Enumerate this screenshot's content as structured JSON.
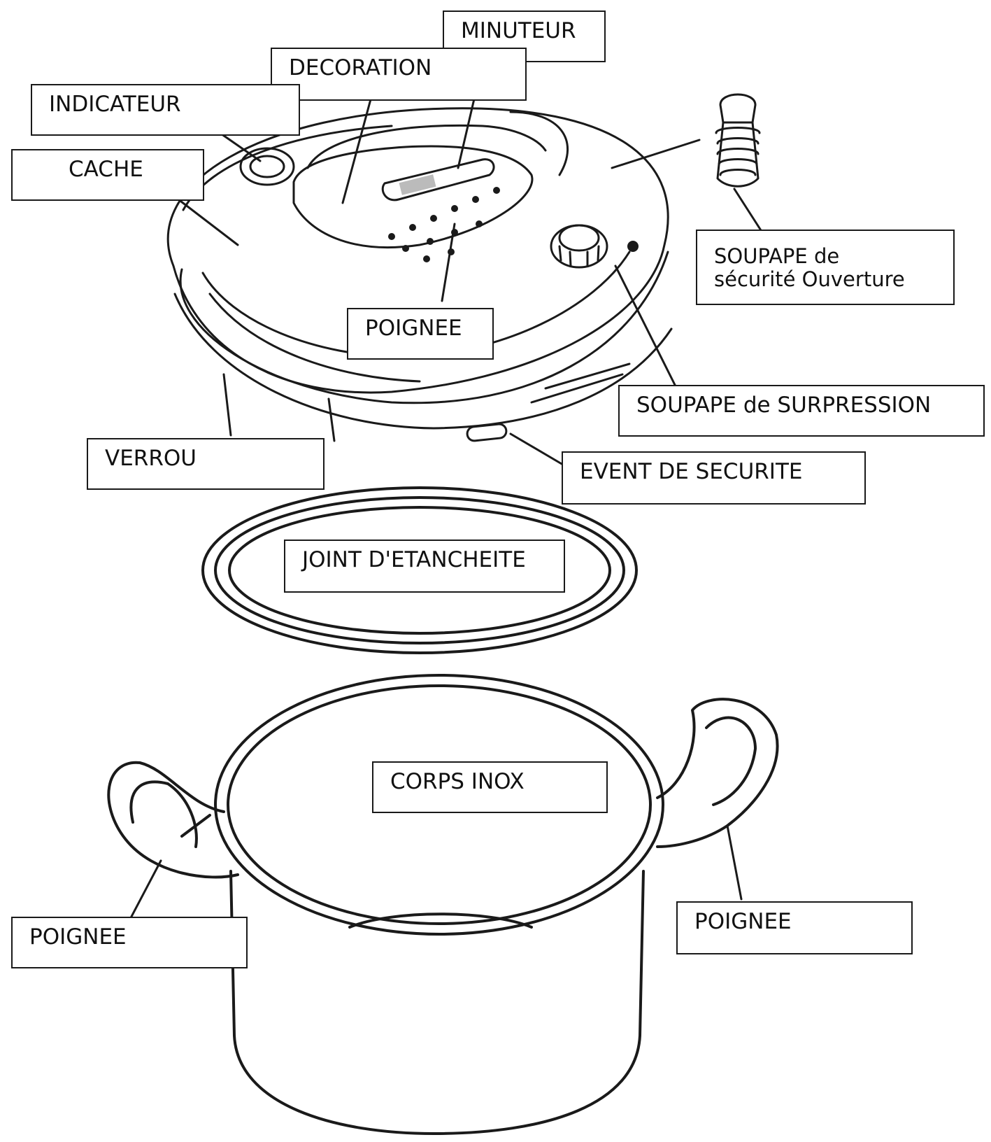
{
  "labels": {
    "minuteur": "MINUTEUR",
    "decoration": "DECORATION",
    "indicateur": "INDICATEUR",
    "cache": "CACHE",
    "soupape_securite_line1": "SOUPAPE de",
    "soupape_securite_line2": "sécurité Ouverture",
    "poignee_couvercle": "POIGNEE",
    "soupape_surpression": "SOUPAPE de SURPRESSION",
    "verrou": "VERROU",
    "event_securite": "EVENT DE SECURITE",
    "joint": "JOINT D'ETANCHEITE",
    "corps_inox": "CORPS INOX",
    "poignee_gauche": "POIGNEE",
    "poignee_droite": "POIGNEE"
  },
  "colors": {
    "line": "#1a1a1a",
    "background": "#ffffff"
  }
}
